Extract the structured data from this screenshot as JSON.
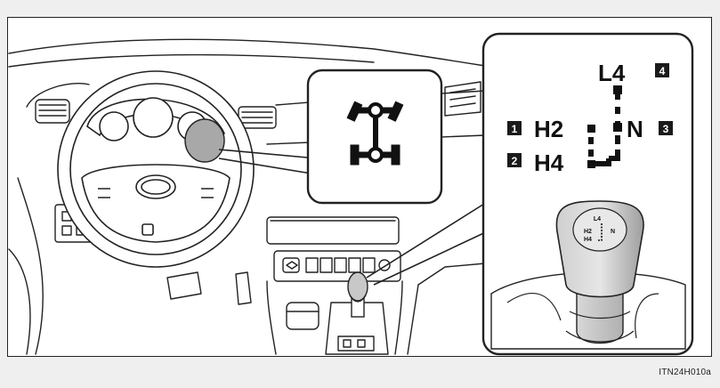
{
  "shift_diagram": {
    "positions": [
      {
        "number": "1",
        "label": "H2"
      },
      {
        "number": "2",
        "label": "H4"
      },
      {
        "number": "3",
        "label": "N"
      },
      {
        "number": "4",
        "label": "L4"
      }
    ]
  },
  "knob_labels": [
    "L4",
    "N",
    "H2",
    "H4"
  ],
  "indicator_icon": "4wd-indicator-icon",
  "image_code": "ITN24H010a",
  "colors": {
    "line": "#222222",
    "fill": "#ffffff",
    "highlight": "#a8a8a8",
    "badge": "#1a1a1a",
    "frame": "#efefef"
  }
}
